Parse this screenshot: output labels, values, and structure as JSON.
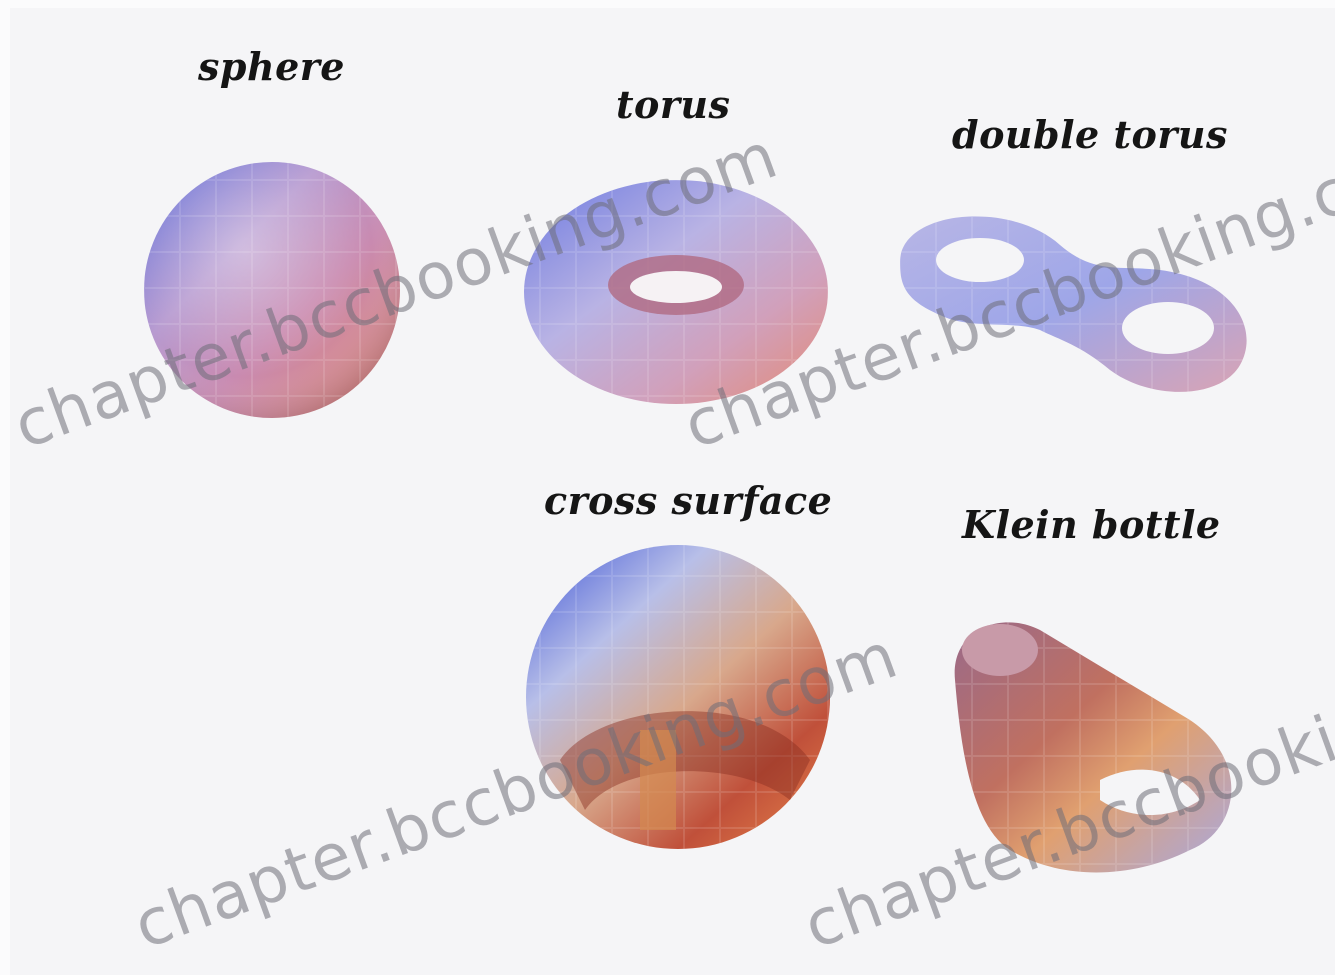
{
  "figure": {
    "labels": {
      "sphere": "sphere",
      "torus": "torus",
      "double_torus": "double torus",
      "cross_surface": "cross surface",
      "klein_bottle": "Klein bottle"
    },
    "watermarks": [
      "chapter.bccbooking.com",
      "chapter.bccbooking.com",
      "chapter.bccbooking.com",
      "chapter.bccbooking.com"
    ]
  }
}
